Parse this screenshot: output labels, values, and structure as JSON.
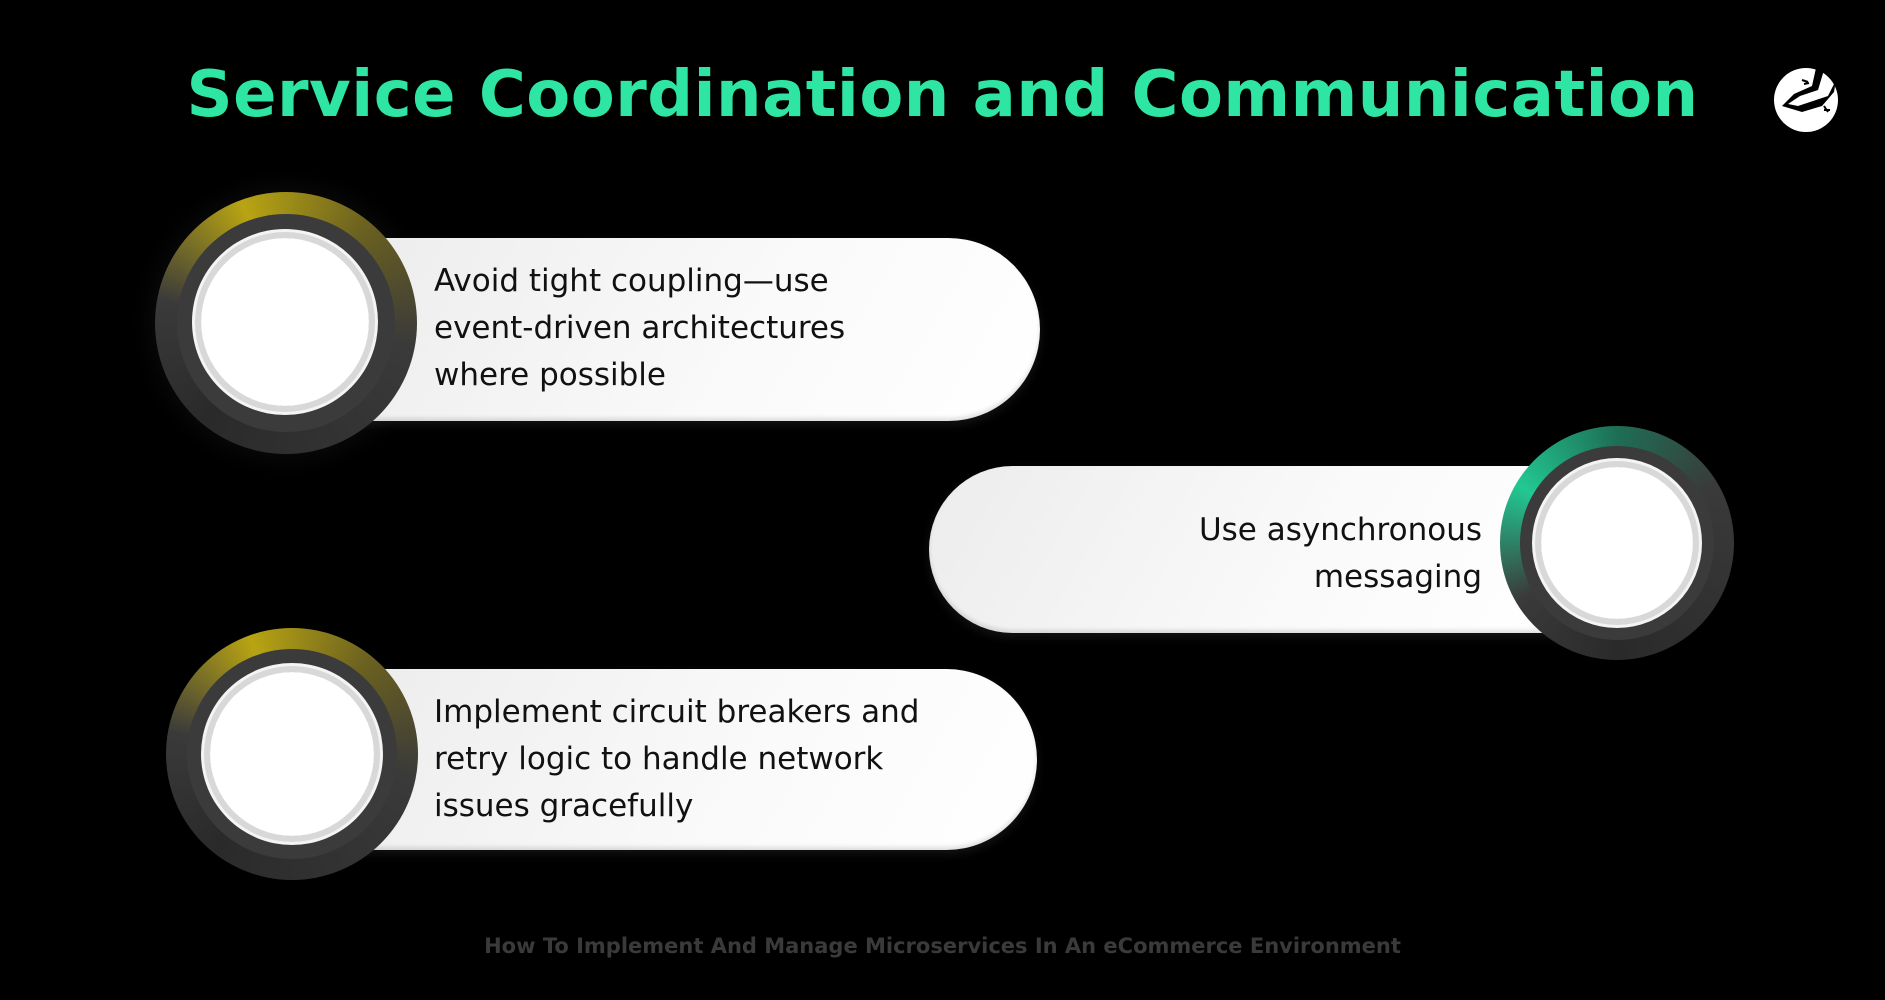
{
  "title": "Service Coordination and Communication",
  "logo": {
    "icon": "lizard-logo-icon"
  },
  "items": [
    {
      "text_lines": [
        "Avoid tight coupling—use",
        "event-driven architectures",
        "where possible"
      ],
      "accent": "#b8a413"
    },
    {
      "text_lines": [
        "Use asynchronous",
        "messaging"
      ],
      "accent": "#22c892"
    },
    {
      "text_lines": [
        "Implement circuit breakers and",
        "retry logic to handle network",
        "issues gracefully"
      ],
      "accent": "#b8a413"
    }
  ],
  "footer": "How To Implement And Manage Microservices In An eCommerce Environment"
}
